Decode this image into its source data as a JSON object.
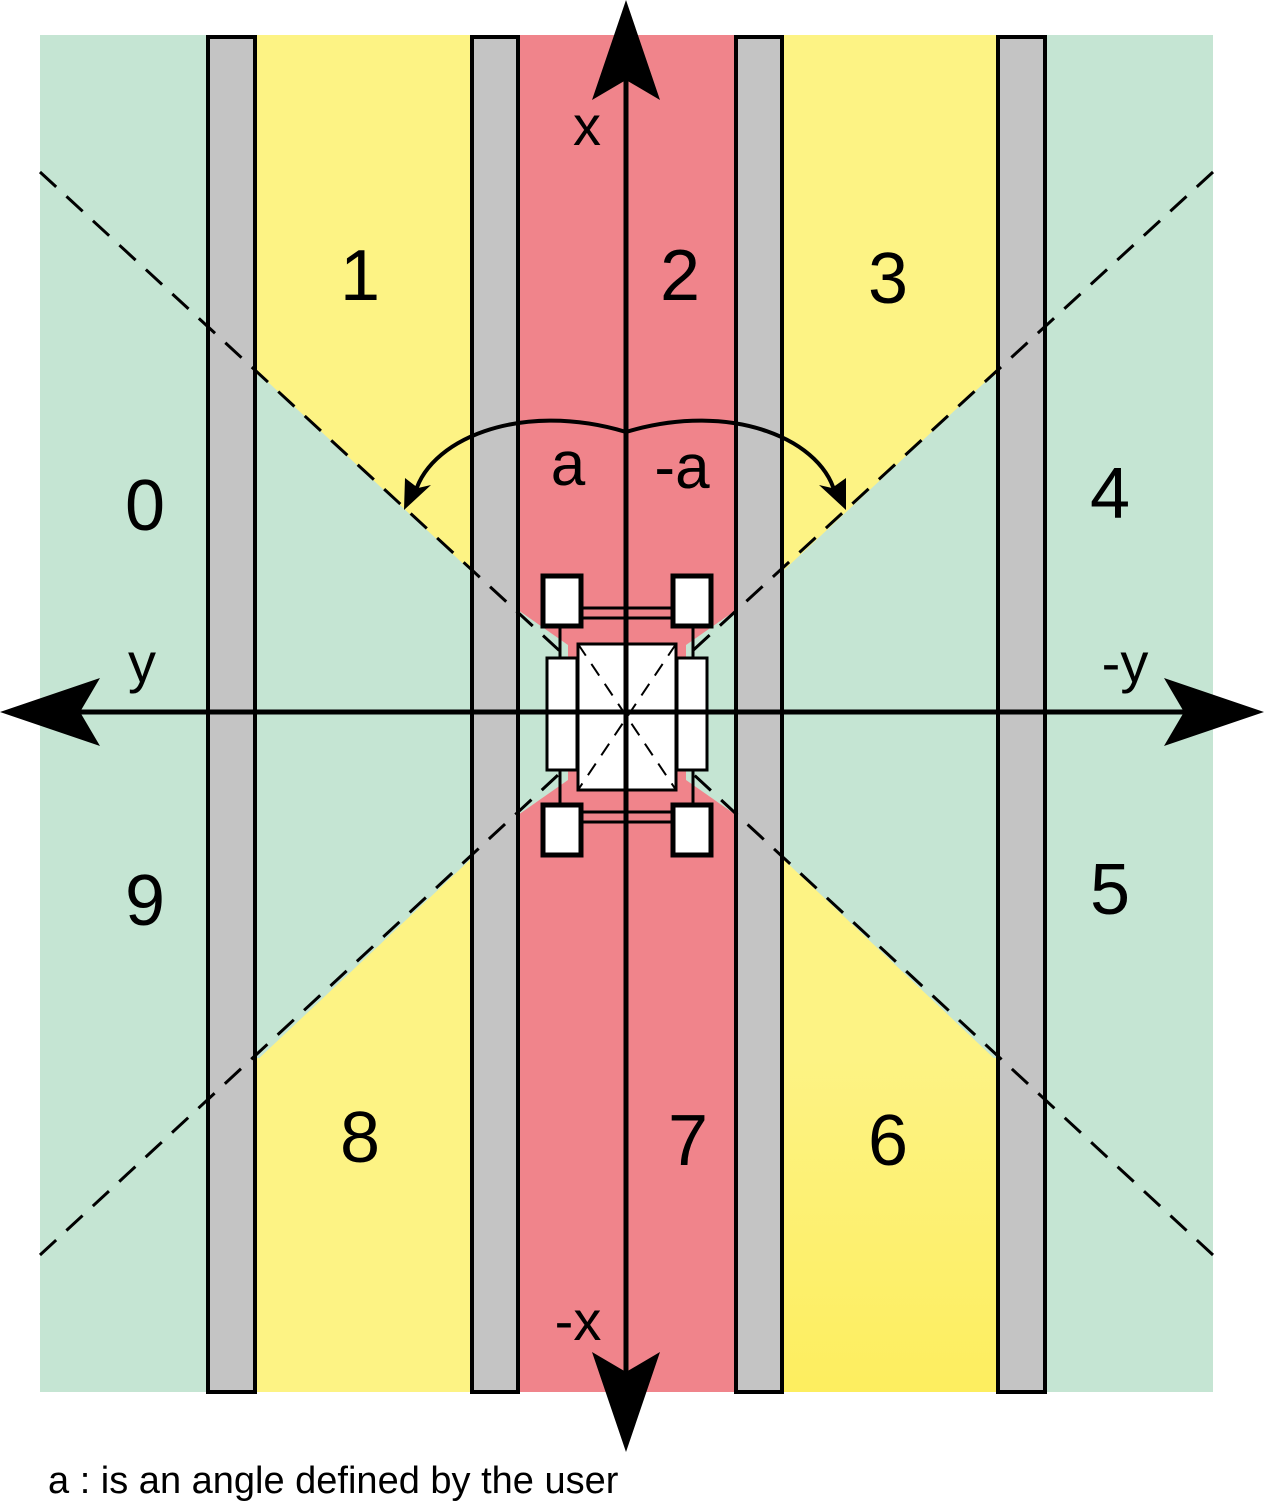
{
  "zones": {
    "z0": "0",
    "z1": "1",
    "z2": "2",
    "z3": "3",
    "z4": "4",
    "z5": "5",
    "z6": "6",
    "z7": "7",
    "z8": "8",
    "z9": "9"
  },
  "axes": {
    "x_pos": "x",
    "x_neg": "-x",
    "y_pos": "y",
    "y_neg": "-y"
  },
  "angles": {
    "left": "a",
    "right": "-a"
  },
  "caption": "a : is an angle defined by the user",
  "colors": {
    "green": "#c5e5d3",
    "yellow": "#fdf384",
    "yellow_bright": "#fdee5f",
    "red": "#f0848b",
    "gray": "#c4c4c4"
  }
}
